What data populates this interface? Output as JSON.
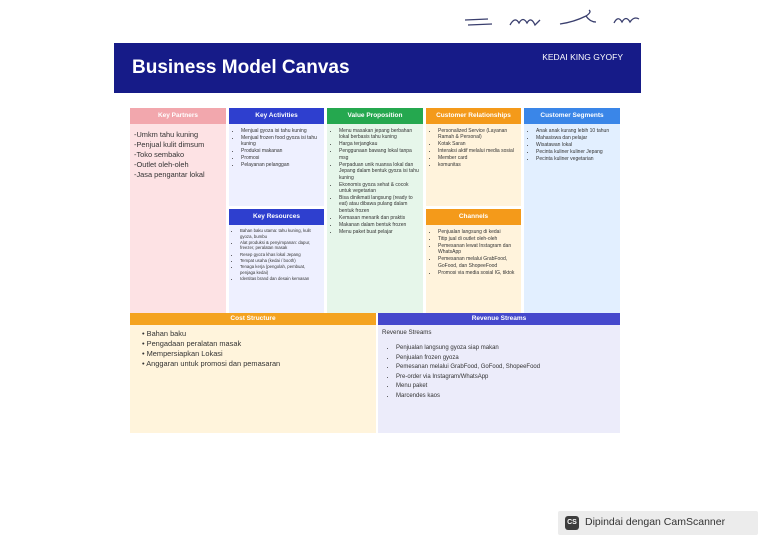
{
  "header": {
    "title": "Business Model Canvas",
    "brand": "KEDAI KING GYOFY"
  },
  "key_partners": {
    "title": "Key Partners",
    "items": [
      "-Umkm tahu kuning",
      "-Penjual kulit dimsum",
      "-Toko sembako",
      "-Outlet oleh-oleh",
      "-Jasa pengantar lokal"
    ]
  },
  "key_activities": {
    "title": "Key Activities",
    "items": [
      "Menjual gyoza isi tahu kuning",
      "Menjual frozen food gyoza isi tahu kuning",
      "Produksi makanan",
      "Promosi",
      "Pelayanan pelanggan"
    ]
  },
  "key_resources": {
    "title": "Key Resources",
    "items": [
      "Bahan baku utama: tahu kuning, kulit gyoza, bumbu",
      "Alat produksi & penyimpanan: dapur, freezer, peralatan masak",
      "Resep gyoza khas lokal Jepang",
      "Tempat usaha (kedai / booth)",
      "Tenaga kerja (pengolah, pembuat, penjaga kedai)",
      "Identitas brand dan desain kemasan"
    ]
  },
  "value_proposition": {
    "title": "Value Proposition",
    "items": [
      "Menu masakan jepang berbahan lokal berbasis tahu kuning",
      "Harga terjangkau",
      "Penggunaan bawang lokal tanpa msg",
      "Perpaduan unik nuansa lokal dan Jepang dalam bentuk gyoza isi tahu kuning",
      "Ekonomis gyoza sehat & cocok untuk vegetarian",
      "Bisa dinikmati langsung (ready to eat) atau dibawa pulang dalam bentuk frozen",
      "Kemasan menarik dan praktis",
      "Makanan dalam bentuk frozen",
      "Menu paket buat pelajar"
    ]
  },
  "customer_relationships": {
    "title": "Customer Relationships",
    "items": [
      "Personalized Service (Layanan Ramah & Personal)",
      "Kotak Saran",
      "Interaksi aktif melalui media sosial",
      "Member card",
      "komunitas"
    ]
  },
  "channels": {
    "title": "Channels",
    "items": [
      "Penjualan langsung di kedai",
      "Titip jual di outlet oleh-oleh",
      "Pemesanan lewat Instagram dan WhatsApp",
      "Pemesanan melalui GrabFood, GoFood, dan ShopeeFood",
      "Promosi via media sosial IG, tiktok"
    ]
  },
  "customer_segments": {
    "title": "Customer Segments",
    "items": [
      "Anak anak kurang lebih 10 tahun",
      "Mahasiswa dan pelajar",
      "Wisatawan lokal",
      "Pecinta kuliner kuliner Jepang",
      "Pecinta kuliner vegetarian"
    ]
  },
  "cost_structure": {
    "title": "Cost Structure",
    "items": [
      "• Bahan baku",
      "• Pengadaan peralatan masak",
      "• Mempersiapkan Lokasi",
      "• Anggaran untuk promosi dan pemasaran"
    ]
  },
  "revenue_streams": {
    "title": "Revenue Streams",
    "subtitle": "Revenue Streams",
    "items": [
      "Penjualan langsung gyoza siap makan",
      "Penjualan frozen gyoza",
      "Pemesanan melalui GrabFood, GoFood, ShopeeFood",
      "Pre-order via Instagram/WhatsApp",
      "Menu paket",
      "Marcendes kaos"
    ]
  },
  "footer": {
    "scanner_label": "Dipindai dengan CamScanner",
    "scanner_logo": "CS"
  },
  "colors": {
    "banner": "#161b88",
    "partners_header": "#f2a7ad",
    "partners_body": "#fde2e4",
    "activities_header": "#2e3fcf",
    "activities_body": "#eef0ff",
    "value_header": "#25a84f",
    "value_body": "#e6f6ea",
    "relationships_header": "#f49a1a",
    "relationships_body": "#fff3dc",
    "segments_header": "#3a86e8",
    "segments_body": "#e2efff",
    "cost_header": "#f4a320",
    "cost_body": "#fff4dc",
    "revenue_header": "#4548cc",
    "revenue_body": "#ececfa"
  }
}
